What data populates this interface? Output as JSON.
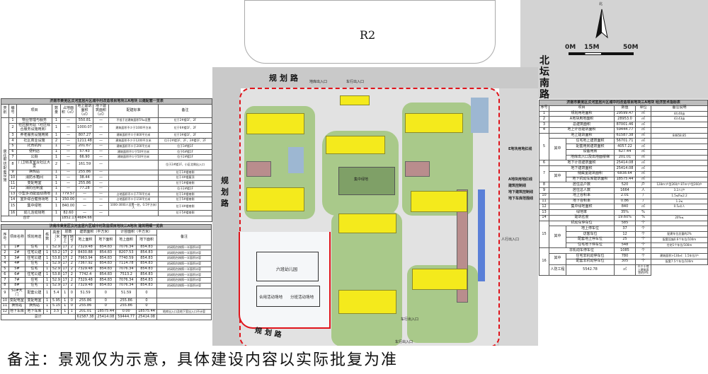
{
  "roads": {
    "r2": "R2",
    "north_road": "北坛南路",
    "plan_road_top": "规划路",
    "plan_road_left": "规划路",
    "plan_road_bottom": "规划路"
  },
  "compass": {
    "north": "北"
  },
  "scale": {
    "zero": "0M",
    "mid": "15M",
    "end": "50M"
  },
  "site": {
    "entrances": {
      "garage_top": "地库出入口",
      "vehicle_top": "车行出入口",
      "pedestrian_right": "人行出入口",
      "vehicle_bottom": "车行出入口",
      "vehicle_inner": "车行出入口"
    },
    "kindergarten": "六班幼儿园",
    "shared_play": "合用活动场地",
    "class_play": "分班活动场地",
    "legend": [
      "E地块用地红线",
      "A地块用地红线",
      "建筑控制线",
      "地下建筑控制线",
      "地下车库范围线"
    ],
    "central_green": "集中绿地"
  },
  "note": "备注：景观仅为示意，具体建设内容以实际批复为准",
  "table_public": {
    "title": "济南市莱芜区汶河宜居片区城中村改造项目地块三A地块  公建配套一览表",
    "headers": [
      "类别",
      "编号",
      "项目",
      "数量",
      "占地面积（㎡）",
      "地上建筑面积（㎡）",
      "地下建筑面积（㎡）",
      "配建标准",
      "备注"
    ],
    "category": "居住街坊配套设施",
    "rows": [
      [
        "1",
        "物业管理与服务",
        "1",
        "—",
        "550.81",
        "—",
        "不低于总建筑面积5‰设置",
        "位于2#楼1F、2F"
      ],
      [
        "2",
        "社区服务站（社区综合服务设施用房）",
        "1",
        "—",
        "1000.07",
        "—",
        "建筑面积不少于1000平方米",
        "位于6#楼1F、2F"
      ],
      [
        "3",
        "养老服务设施用房",
        "1",
        "—",
        "807.27",
        "—",
        "建筑面积不少于800平方米",
        "位于3#楼1F、2F"
      ],
      [
        "4",
        "社区商业设施",
        "2",
        "—",
        "1211.48",
        "—",
        "建筑面积不少于1200平方米",
        "位于2#楼1F、2F，3#楼1F、2F"
      ],
      [
        "5",
        "托育机构",
        "1",
        "—",
        "201.67",
        "—",
        "建筑面积不少于200平方米",
        "位于3#楼1F"
      ],
      [
        "6",
        "便利店",
        "1",
        "—",
        "57.43",
        "—",
        "建筑面积不少于50平方米",
        "位于6#楼1F"
      ],
      [
        "7",
        "公厕",
        "1",
        "—",
        "66.90",
        "—",
        "建筑面积不少于50平方米",
        "位于2#楼1F"
      ],
      [
        "8",
        "门卫收发室及社区大堂",
        "2",
        "—",
        "161.59",
        "—",
        "",
        "位于2#楼1F，小区北侧出入口"
      ],
      [
        "9",
        "换热站",
        "1",
        "—",
        "255.86",
        "—",
        "",
        "位于1#楼南侧"
      ],
      [
        "10",
        "消防水箱间",
        "1",
        "—",
        "38.44",
        "—",
        "",
        "位于4#楼屋顶"
      ],
      [
        "11",
        "变配电室",
        "1",
        "—",
        "255.86",
        "—",
        "",
        "位于1#楼南侧"
      ],
      [
        "12",
        "消防控制室",
        "1",
        "—",
        "77.28",
        "—",
        "",
        "位于2#楼1F"
      ],
      [
        "13",
        "小型多功能运动场地",
        "1",
        "779.57",
        "—",
        "—",
        "占地面积不少于770平方米",
        "位于1#楼南侧"
      ],
      [
        "14",
        "室外综合健身场地",
        "1",
        "150.00",
        "—",
        "—",
        "占地面积不少于150平方米",
        "位于5#楼南侧"
      ],
      [
        "15",
        "集中绿地",
        "1",
        "840.00",
        "—",
        "—",
        "1000-3000人设置一处，0.5平方米/人",
        "位于4#楼南侧"
      ],
      [
        "16",
        "幼儿活动场地",
        "1",
        "82.60",
        "—",
        "—",
        "",
        "位于5#楼南侧"
      ]
    ],
    "total": [
      "合计",
      "",
      "1852.17",
      "4684.66"
    ]
  },
  "table_build": {
    "title": "济南市莱芜区汶河宜居片区城中村改造项目地块三A地块  建筑明细一览表",
    "headers": [
      "序号",
      "项目名称",
      "规划用途",
      "栋数",
      "高度（米）",
      "层数",
      "建筑面积（平方米）",
      "计容面积（平方米）",
      "备注"
    ],
    "sub": [
      "地上",
      "地下",
      "地上面积",
      "地下面积",
      "地上面积",
      "地下面积"
    ],
    "rows": [
      [
        "1",
        "1#",
        "住宅",
        "1",
        "52.9",
        "17",
        "2",
        "7329.48",
        "854.83",
        "7076.34",
        "854.83",
        "封闭阳台按照一半面积计容"
      ],
      [
        "2",
        "2#",
        "住宅公建",
        "1",
        "53.2",
        "17",
        "2",
        "8430.88",
        "854.83",
        "8207.53",
        "854.83",
        "封闭阳台按照一半面积计容"
      ],
      [
        "3",
        "3#",
        "住宅公建",
        "1",
        "53.8",
        "17",
        "2",
        "7963.94",
        "854.83",
        "7740.59",
        "854.83",
        "封闭阳台按照一半面积计容"
      ],
      [
        "4",
        "4#",
        "住宅",
        "1",
        "52.9",
        "17",
        "2",
        "7367.92",
        "854.83",
        "7114.78",
        "854.83",
        "封闭阳台按照一半面积计容"
      ],
      [
        "5",
        "5#",
        "住宅",
        "1",
        "52.9",
        "17",
        "2",
        "7329.48",
        "854.83",
        "7076.34",
        "854.83",
        "封闭阳台按照一半面积计容"
      ],
      [
        "6",
        "6#",
        "住宅公建",
        "1",
        "53.8",
        "17",
        "2",
        "7742.4",
        "854.83",
        "7513.2",
        "854.83",
        "封闭阳台按照一半面积计容"
      ],
      [
        "7",
        "7#",
        "住宅",
        "1",
        "52.9",
        "17",
        "2",
        "7329.48",
        "854.83",
        "7076.34",
        "854.83",
        "封闭阳台按照一半面积计容"
      ],
      [
        "8",
        "8#",
        "住宅",
        "1",
        "52.9",
        "17",
        "2",
        "7329.48",
        "854.83",
        "7076.34",
        "854.83",
        "封闭阳台按照一半面积计容"
      ],
      [
        "9",
        "S1#大门",
        "配套公建",
        "1",
        "5.4",
        "1",
        "0",
        "51.59",
        "0",
        "51.59",
        "0",
        ""
      ],
      [
        "10",
        "变配电室",
        "变配电室",
        "1",
        "5.95",
        "1",
        "0",
        "255.86",
        "0",
        "255.86",
        "0",
        ""
      ],
      [
        "11",
        "换热站",
        "换热站",
        "1",
        "5.15",
        "1",
        "0",
        "255.86",
        "0",
        "255.86",
        "0",
        ""
      ],
      [
        "12",
        "地下车库",
        "地下车库",
        "1",
        "3.5",
        "1",
        "1",
        "201.01",
        "18575.44",
        "0.00",
        "18575.44",
        "地库出入口及地下室出入口不计容"
      ]
    ],
    "total": [
      "总计",
      "61587.38",
      "25414.08",
      "59444.77",
      "25414.08"
    ]
  },
  "table_tech": {
    "title": "济南市莱芜区汶河宜居片区城中村改造项目地块三A地块  经济技术指标表",
    "headers": [
      "序号",
      "项目",
      "数值",
      "单位",
      "备注说明"
    ],
    "qizhong": "其中",
    "rows": [
      {
        "no": "1",
        "item": "规划用地面积",
        "val": "29599.47",
        "unit": "㎡",
        "note": "44.40亩"
      },
      {
        "no": "2",
        "item": "A地块用地面积",
        "val": "28953.0",
        "unit": "㎡",
        "note": "43.43亩"
      },
      {
        "no": "3",
        "item": "总建筑面积",
        "val": "87001.46",
        "unit": "㎡",
        "note": ""
      },
      {
        "no": "4",
        "item": "地上计容建筑面积",
        "val": "59444.77",
        "unit": "㎡",
        "note": ""
      },
      {
        "no": "5",
        "item": "地上建筑面积",
        "val": "61587.38",
        "unit": "㎡",
        "note": "84858.85"
      },
      {
        "no": "",
        "item": "住宅地上建筑面积",
        "val": "56701.71",
        "unit": "㎡",
        "note": ""
      },
      {
        "no": "",
        "item": "配套用房建筑面积",
        "val": "4057.22",
        "unit": "㎡",
        "note": ""
      },
      {
        "no": "",
        "item": "设备用房",
        "val": "627.44",
        "unit": "㎡",
        "note": ""
      },
      {
        "no": "",
        "item": "地库出入口及出地面楼梯",
        "val": "201.01",
        "unit": "㎡",
        "note": ""
      },
      {
        "no": "6",
        "item": "地下计容建筑面积",
        "val": "25414.08",
        "unit": "㎡",
        "note": ""
      },
      {
        "no": "7",
        "item": "地下建筑面积",
        "val": "25414.08",
        "unit": "㎡",
        "note": ""
      },
      {
        "no": "",
        "item": "储藏室建筑面积",
        "val": "6838.64",
        "unit": "㎡",
        "note": ""
      },
      {
        "no": "",
        "item": "地下机动车库建筑面积",
        "val": "18575.44",
        "unit": "㎡",
        "note": ""
      },
      {
        "no": "8",
        "item": "居住总户数",
        "val": "520",
        "unit": "户",
        "note": "128m²户型260户 87m²户型260户"
      },
      {
        "no": "9",
        "item": "居住总人数",
        "val": "1664",
        "unit": "人",
        "note": "3.2人/户"
      },
      {
        "no": "10",
        "item": "地上容积率",
        "val": "2.01",
        "unit": "/",
        "note": "1.5≤R≤2.2"
      },
      {
        "no": "11",
        "item": "地下容积率",
        "val": "0.86",
        "unit": "/",
        "note": "1.2≤"
      },
      {
        "no": "12",
        "item": "集中绿地面积",
        "val": "840",
        "unit": "㎡",
        "note": "0.5㎡/人"
      },
      {
        "no": "13",
        "item": "绿地率",
        "val": "35%",
        "unit": "%",
        "note": ""
      },
      {
        "no": "14",
        "item": "建筑密度",
        "val": "19.60%",
        "unit": "%",
        "note": "20%≤"
      },
      {
        "no": "15",
        "item": "机动车停车位",
        "val": "585",
        "unit": "个",
        "note": ""
      },
      {
        "no": "",
        "item": "地上停车位",
        "val": "37",
        "unit": "个",
        "note": ""
      },
      {
        "no": "",
        "item": "访客车位",
        "val": "12",
        "unit": "个",
        "note": "配建车位总量的2%"
      },
      {
        "no": "",
        "item": "配套地上停车位",
        "val": "25",
        "unit": "个",
        "note": "配套设施0.6个车位/100m"
      },
      {
        "no": "",
        "item": "住宅地下停车位",
        "val": "548",
        "unit": "个",
        "note": "住宅1个车位/100m"
      },
      {
        "no": "16",
        "item": "非机动车停车位",
        "val": "1085",
        "unit": "个",
        "note": ""
      },
      {
        "no": "",
        "item": "住宅非机动停车位",
        "val": "780",
        "unit": "个",
        "note": "建筑面积>130㎡：1.5车位/户"
      },
      {
        "no": "",
        "item": "配套非机动停车位",
        "val": "305",
        "unit": "个",
        "note": "配套7.5个车位/100m"
      },
      {
        "no": "17",
        "item": "人防工程",
        "val": "5542.78",
        "unit": "㎡",
        "note": "不少于地上建筑面积的9%"
      }
    ]
  }
}
